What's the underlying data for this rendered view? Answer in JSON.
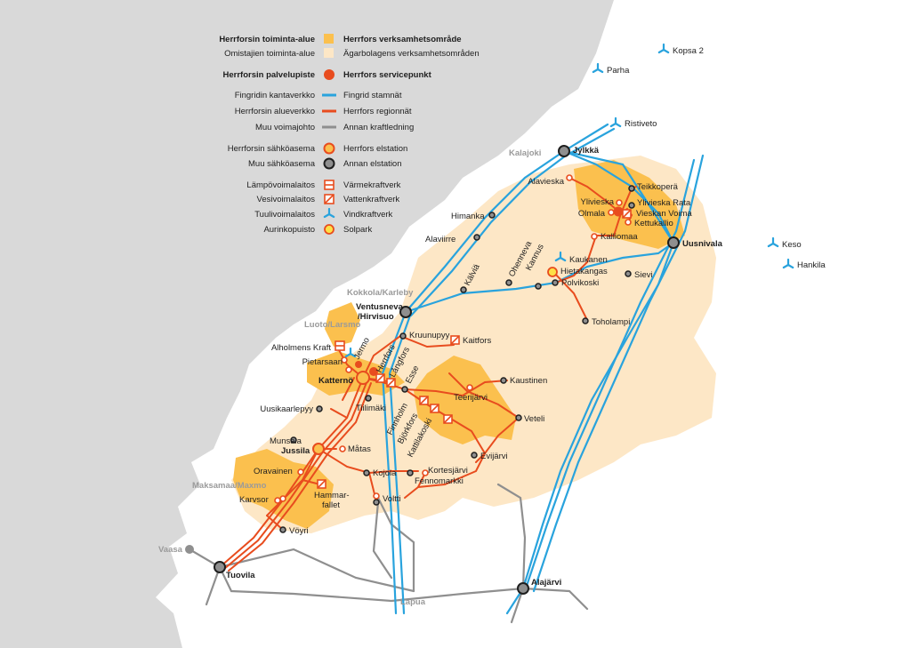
{
  "colors": {
    "sea": "#d9d9d9",
    "land": "#ffffff",
    "owner_area": "#fde7c6",
    "herrfors_area": "#fbc04e",
    "fingrid_line": "#29a3dd",
    "herrfors_line": "#e84c1e",
    "other_line": "#8f8f8f",
    "station_herrfors_fill": "#fbc04e",
    "station_herrfors_stroke": "#e84c1e",
    "station_other_fill": "#8f8f8f",
    "station_other_stroke": "#1e1e1e",
    "service_point": "#e84c1e",
    "wind_icon": "#29a3dd",
    "solar_fill": "#fde047"
  },
  "legend": [
    {
      "fi": "Herrforsin toiminta-alue",
      "sv": "Herrfors verksamhetsområde",
      "symbol": "herrfors-area-swatch",
      "bold": true
    },
    {
      "fi": "Omistajien toiminta-alue",
      "sv": "Ägarbolagens verksamhetsområden",
      "symbol": "owner-area-swatch",
      "bold": false
    },
    {
      "fi": "Herrforsin palvelupiste",
      "sv": "Herrfors servicepunkt",
      "symbol": "service-point-dot",
      "bold": true
    },
    {
      "fi": "Fingridin kantaverkko",
      "sv": "Fingrid stamnät",
      "symbol": "fingrid-line",
      "bold": false
    },
    {
      "fi": "Herrforsin alueverkko",
      "sv": "Herrfors regionnät",
      "symbol": "herrfors-line",
      "bold": false
    },
    {
      "fi": "Muu voimajohto",
      "sv": "Annan kraftledning",
      "symbol": "other-line",
      "bold": false
    },
    {
      "fi": "Herrforsin sähköasema",
      "sv": "Herrfors elstation",
      "symbol": "herrfors-station",
      "bold": false
    },
    {
      "fi": "Muu sähköasema",
      "sv": "Annan elstation",
      "symbol": "other-station",
      "bold": false
    },
    {
      "fi": "Lämpövoimalaitos",
      "sv": "Värmekraftverk",
      "symbol": "thermal-plant-icon",
      "bold": false
    },
    {
      "fi": "Vesivoimalaitos",
      "sv": "Vattenkraftverk",
      "symbol": "hydro-plant-icon",
      "bold": false
    },
    {
      "fi": "Tuulivoimalaitos",
      "sv": "Vindkraftverk",
      "symbol": "wind-turbine-icon",
      "bold": false
    },
    {
      "fi": "Aurinkopuisto",
      "sv": "Solpark",
      "symbol": "solar-park-icon",
      "bold": false
    }
  ],
  "sea_labels": [
    "Kalajoki",
    "Kokkola/Karleby",
    "Luoto/Larsmo",
    "Maksamaa/Maxmo",
    "Vaasa",
    "Lapua"
  ],
  "major_stations": [
    "Jylkkä",
    "Uusnivala",
    "Ventusneva\n/Hirvisuo",
    "Tuovila",
    "Alajärvi",
    "Katternö",
    "Jussila"
  ],
  "place_labels": {
    "alavieska": "Alavieska",
    "teikkopera": "Teikkoperä",
    "ylivieska": "Ylivieska",
    "ylivieska_rata": "Ylivieska Rata",
    "olmala": "Olmala",
    "vieskan_voima": "Vieskan Voima",
    "kettukallio": "Kettukallio",
    "kalliomaa": "Kalliomaa",
    "himanka": "Himanka",
    "alaviirre": "Alaviirre",
    "kaukanen": "Kaukanen",
    "hietakangas": "Hietakangas",
    "polvikoski": "Polvikoski",
    "sievi": "Sievi",
    "kalvia": "Kälviä",
    "ohenneva": "Ohenneva",
    "kannus": "Kannus",
    "toholampi": "Toholampi",
    "kruunupyy": "Kruunupyy",
    "kaitfors": "Kaitfors",
    "alholmens_kraft": "Alholmens Kraft",
    "jermo": "Jermo",
    "pietarsaari": "Pietarsaari",
    "herrfors": "Herrfors",
    "langfors": "Långfors",
    "esse": "Esse",
    "kaustinen": "Kaustinen",
    "uusikaarlepyy": "Uusikaarlepyy",
    "tiilimaki": "Tiilimäki",
    "teerijarvi": "Teerijärvi",
    "veteli": "Veteli",
    "finnholm": "Finnholm",
    "bjorkfors": "Björkfors",
    "kattilakoski": "Kattilakoski",
    "munsala": "Munsala",
    "matas": "Måtas",
    "evijarvi": "Evijärvi",
    "oravainen": "Oravainen",
    "kojola": "Kojola",
    "kortesjarvi": "Kortesjärvi",
    "fennomarkki": "Fennomarkki",
    "hammarfallet": "Hammar-\nfallet",
    "karvsor": "Karvsor",
    "voltti": "Voltti",
    "voyri": "Vöyri"
  },
  "wind_farms": [
    "Kopsa 2",
    "Parha",
    "Ristiveto",
    "Keso",
    "Hankila"
  ]
}
